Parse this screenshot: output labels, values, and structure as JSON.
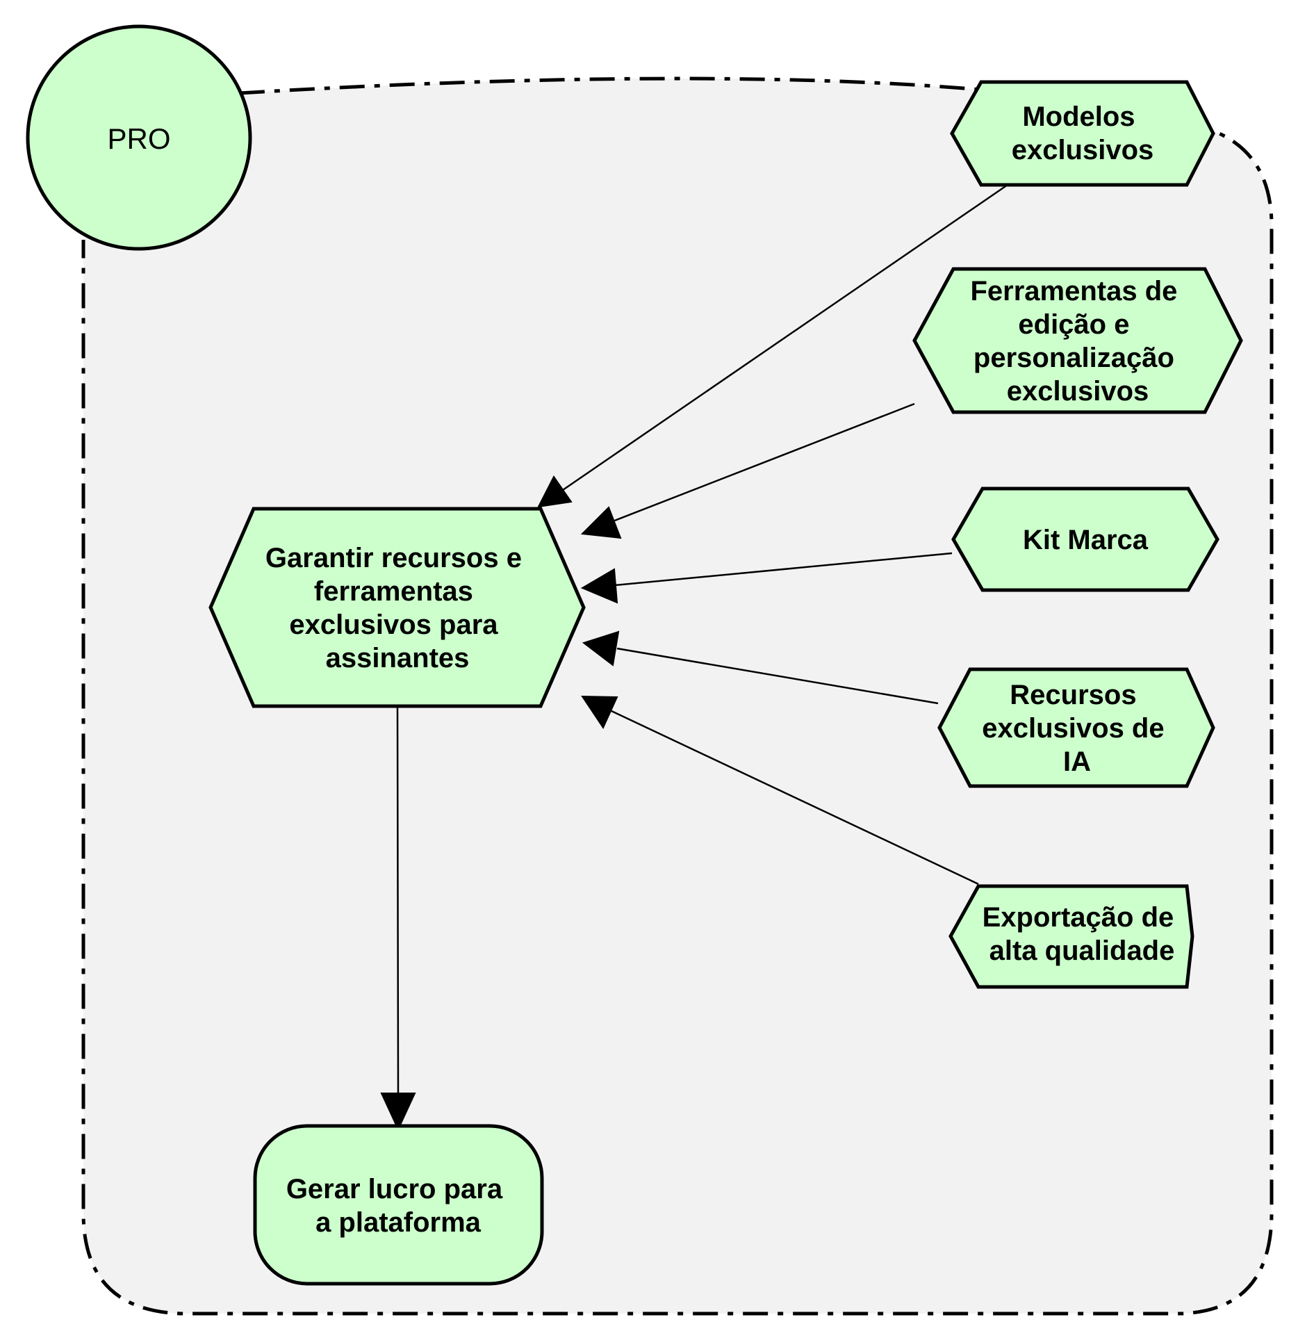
{
  "actor": {
    "label": "PRO"
  },
  "colors": {
    "node_fill": "#ccffcc",
    "boundary_fill": "#f2f2f2",
    "stroke": "#000000"
  },
  "nodes": {
    "goal": [
      "Garantir recursos e",
      "ferramentas",
      "exclusivos para",
      "assinantes"
    ],
    "outcome": [
      "Gerar lucro para",
      "a plataforma"
    ],
    "modelos": [
      "Modelos",
      "exclusivos"
    ],
    "ferramentas": [
      "Ferramentas de",
      "edição e",
      "personalização",
      "exclusivos"
    ],
    "kit": [
      "Kit Marca"
    ],
    "ia": [
      "Recursos",
      "exclusivos de",
      "IA"
    ],
    "export": [
      "Exportação de",
      "alta qualidade"
    ]
  }
}
